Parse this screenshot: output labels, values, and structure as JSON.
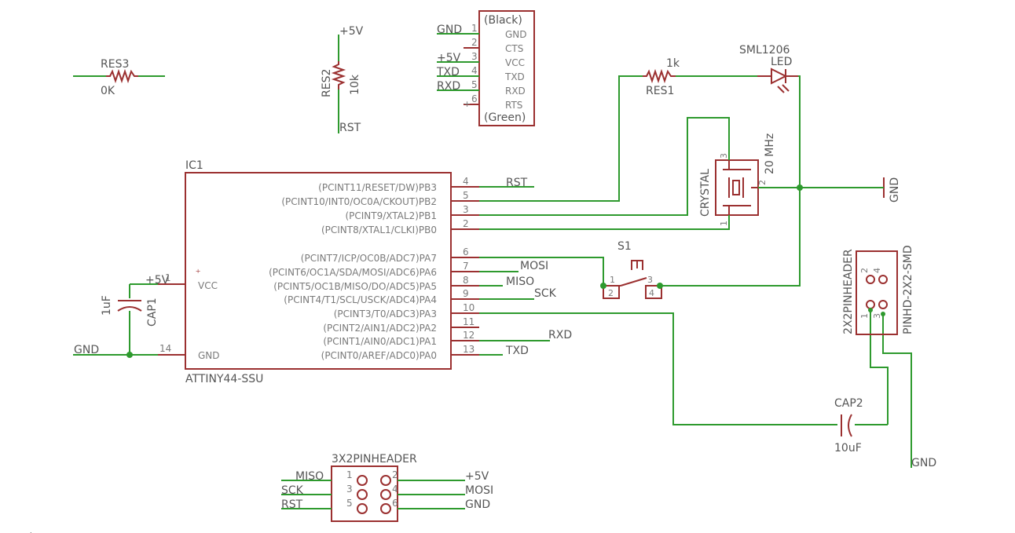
{
  "res3": {
    "name": "RES3",
    "value": "0K"
  },
  "res2": {
    "name": "RES2",
    "value": "10k",
    "top_net": "+5V",
    "bottom_net": "RST"
  },
  "ftdi": {
    "top_label": "(Black)",
    "bottom_label": "(Green)",
    "pins": [
      {
        "num": "1",
        "name": "GND",
        "net": "GND"
      },
      {
        "num": "2",
        "name": "CTS",
        "net": ""
      },
      {
        "num": "3",
        "name": "VCC",
        "net": "+5V"
      },
      {
        "num": "4",
        "name": "TXD",
        "net": "TXD"
      },
      {
        "num": "5",
        "name": "RXD",
        "net": "RXD"
      },
      {
        "num": "6",
        "name": "RTS",
        "net": ""
      }
    ]
  },
  "res1": {
    "name": "RES1",
    "value": "1k"
  },
  "led": {
    "name": "LED",
    "value": "SML1206"
  },
  "crystal": {
    "name": "CRYSTAL",
    "value": "20 MHz",
    "pins": [
      "3",
      "2",
      "1"
    ]
  },
  "gnd_right": "GND",
  "ic1": {
    "name": "IC1",
    "part": "ATTINY44-SSU",
    "vcc_label": "VCC",
    "gnd_label": "GND",
    "vcc_pin": "1",
    "gnd_pin": "14",
    "pins": [
      {
        "num": "4",
        "name": "(PCINT11/RESET/DW)PB3",
        "net": "RST"
      },
      {
        "num": "5",
        "name": "(PCINT10/INT0/OC0A/CKOUT)PB2",
        "net": ""
      },
      {
        "num": "3",
        "name": "(PCINT9/XTAL2)PB1",
        "net": ""
      },
      {
        "num": "2",
        "name": "(PCINT8/XTAL1/CLKI)PB0",
        "net": ""
      },
      {
        "num": "6",
        "name": "(PCINT7/ICP/OC0B/ADC7)PA7",
        "net": ""
      },
      {
        "num": "7",
        "name": "(PCINT6/OC1A/SDA/MOSI/ADC6)PA6",
        "net": "MOSI"
      },
      {
        "num": "8",
        "name": "(PCINT5/OC1B/MISO/DO/ADC5)PA5",
        "net": "MISO"
      },
      {
        "num": "9",
        "name": "(PCINT4/T1/SCL/USCK/ADC4)PA4",
        "net": "SCK"
      },
      {
        "num": "10",
        "name": "(PCINT3/T0/ADC3)PA3",
        "net": ""
      },
      {
        "num": "11",
        "name": "(PCINT2/AIN1/ADC2)PA2",
        "net": ""
      },
      {
        "num": "12",
        "name": "(PCINT1/AIN0/ADC1)PA1",
        "net": "RXD"
      },
      {
        "num": "13",
        "name": "(PCINT0/AREF/ADC0)PA0",
        "net": "TXD"
      }
    ]
  },
  "cap1": {
    "name": "CAP1",
    "value": "1uF",
    "net": "+5V"
  },
  "gnd_left": "GND",
  "s1": {
    "name": "S1",
    "pins": [
      "1",
      "2",
      "3",
      "4"
    ]
  },
  "header2x2": {
    "name": "2X2PINHEADER",
    "package": "PINHD-2X2-SMD",
    "pins": [
      "2",
      "4",
      "1",
      "3"
    ]
  },
  "cap2": {
    "name": "CAP2",
    "value": "10uF"
  },
  "gnd_bottom": "GND",
  "header3x2": {
    "name": "3X2PINHEADER",
    "left_nets": [
      "MISO",
      "SCK",
      "RST"
    ],
    "right_nets": [
      "+5V",
      "MOSI",
      "GND"
    ],
    "left_pins": [
      "1",
      "3",
      "5"
    ],
    "right_pins": [
      "2",
      "4",
      "6"
    ]
  },
  "colors": {
    "component": "#9b3030",
    "wire": "#2e9a2e",
    "text": "#555555"
  }
}
